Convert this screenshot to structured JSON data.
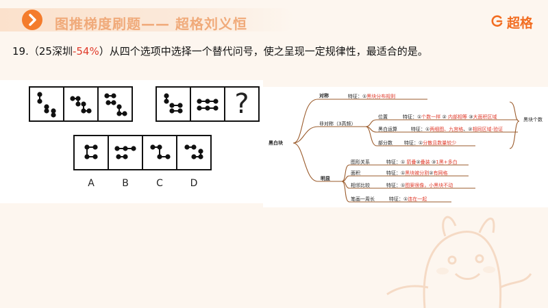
{
  "header": {
    "title": "图推梯度刷题—— 超格刘义恒",
    "brand": "超格",
    "colors": {
      "accent": "#f47c2c",
      "title": "#f0aa7a",
      "highlight": "#e03a2a"
    }
  },
  "question": {
    "number": "19.",
    "source_open": "（25深圳",
    "rate": "-54%",
    "source_close": "）",
    "text": "从四个选项中选择一个替代问号，使之呈现一定规律性，最适合的是。"
  },
  "puzzle": {
    "question_mark": "?",
    "options": [
      "A",
      "B",
      "C",
      "D"
    ]
  },
  "mindmap": {
    "root": "黑白块",
    "symmetry": {
      "label": "对称",
      "feature": "特征：①",
      "highlight": "黑块分布规则"
    },
    "asymmetry": {
      "label": "非对称（3高频）"
    },
    "position": {
      "label": "位置",
      "feature": "特征：①",
      "h1": "个数一样",
      "mid1": " ② ",
      "h2": "内部相等",
      "mid2": " ③",
      "h3": "大面积区域"
    },
    "bw_op": {
      "label": "黑白运算",
      "feature": "特征：①",
      "h1": "两细图、九宫格",
      "mid": "、②",
      "h2": "相同区域-验证"
    },
    "partial": {
      "label": "部分数",
      "feature": "特征：①",
      "h1": "分散且数量较少"
    },
    "black_count": "黑块个数",
    "bright": {
      "label": "明显"
    },
    "shape_rel": {
      "label": "图形关系",
      "feature": "特征：① ",
      "h1": "箭叠",
      "mid1": "②",
      "h2": "叠装",
      "mid2": " ③",
      "h3": "1黑+多白"
    },
    "area": {
      "label": "面积",
      "feature": "特征：①",
      "h1": "黑块被分割",
      "mid": "②",
      "h2": "有网格"
    },
    "adjacent": {
      "label": "相邻比较",
      "feature": "特征：①",
      "h1": "图案很像，小黑块不动"
    },
    "stroke": {
      "label": "笔画一周长",
      "feature": "特征：①",
      "h1": "连在一起"
    }
  }
}
